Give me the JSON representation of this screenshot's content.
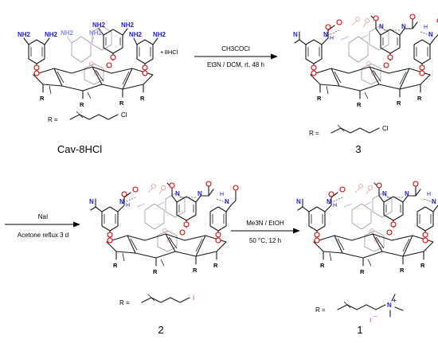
{
  "molecules": [
    {
      "id": "cav",
      "label": "Cav-8HCl",
      "salt": "• 8HCl",
      "r_term": "Cl",
      "kind": "amine"
    },
    {
      "id": "c3",
      "label": "3",
      "r_term": "Cl",
      "kind": "amide"
    },
    {
      "id": "c2",
      "label": "2",
      "r_term": "I",
      "kind": "amide"
    },
    {
      "id": "c1",
      "label": "1",
      "r_term": "N",
      "counter": "I",
      "counter_charge": "−",
      "r_charge": "+",
      "kind": "amide"
    }
  ],
  "substituent_prefix": "R =",
  "r_atom": "R",
  "atoms": {
    "nh2": "NH2",
    "n": "N",
    "h": "H",
    "o": "O"
  },
  "reactions": [
    {
      "above": "CH3COCl",
      "below": "Et3N / DCM, rt, 48 h"
    },
    {
      "above": "NaI",
      "below": "Acetone reflux 3 d"
    },
    {
      "above": "Me3N / EtOH",
      "below": "50 °C, 12 h"
    }
  ],
  "colors": {
    "nitrogen": "#1f1fd0",
    "oxygen": "#d40000",
    "iodine": "#b030c8",
    "bond": "#1a1a1a"
  }
}
